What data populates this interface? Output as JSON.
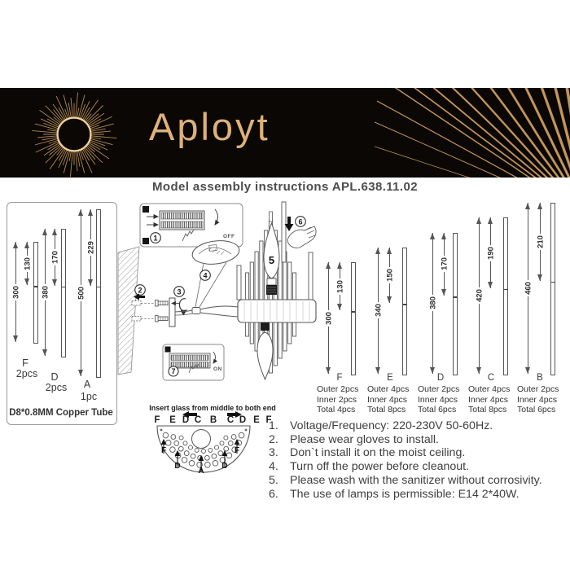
{
  "header": {
    "brand": "Aployt",
    "bg_color": "#0b0705",
    "gold_color": "#ddb17a"
  },
  "title": "Model assembly instructions APL.638.11.02",
  "copper_panel": {
    "caption": "D8*0.8MM Copper Tube",
    "tubes": [
      {
        "label": "F",
        "qty": "2pcs",
        "length": 300,
        "upper": 130
      },
      {
        "label": "D",
        "qty": "2pcs",
        "length": 380,
        "upper": 170
      },
      {
        "label": "A",
        "qty": "1pc",
        "length": 500,
        "upper": 229
      }
    ]
  },
  "assembly": {
    "step_labels": [
      "1",
      "2",
      "3",
      "4",
      "5",
      "6",
      "7"
    ],
    "switch_off": "OFF",
    "switch_on": "ON"
  },
  "tube_chart": [
    {
      "label": "F",
      "length": 300,
      "upper": 130,
      "outer": "Outer 2pcs",
      "inner": "Inner 2pcs",
      "total": "Total 4pcs"
    },
    {
      "label": "E",
      "length": 340,
      "upper": 150,
      "outer": "Outer 4pcs",
      "inner": "Inner 4pcs",
      "total": "Total 8pcs"
    },
    {
      "label": "D",
      "length": 380,
      "upper": 170,
      "outer": "Outer 2pcs",
      "inner": "Inner 4pcs",
      "total": "Total 6pcs"
    },
    {
      "label": "C",
      "length": 420,
      "upper": 190,
      "outer": "Outer 4pcs",
      "inner": "Inner 4pcs",
      "total": "Total 8pcs"
    },
    {
      "label": "B",
      "length": 460,
      "upper": 210,
      "outer": "Outer 2pcs",
      "inner": "Inner 4pcs",
      "total": "Total 6pcs"
    }
  ],
  "glass_diagram": {
    "caption": "Insert glass from middle to both end",
    "letters": [
      "F",
      "E",
      "D",
      "C",
      "B",
      "C",
      "D",
      "E",
      "F"
    ],
    "pointers": [
      "F",
      "D",
      "A",
      "D",
      "F"
    ]
  },
  "instructions": [
    "Voltage/Frequency: 220-230V 50-60Hz.",
    "Please wear gloves to install.",
    "Don`t install it on the moist ceiling.",
    "Turn off the power before cleanout.",
    "Please wash with the sanitizer without corrosivity.",
    "The use of lamps is permissible: E14 2*40W."
  ]
}
